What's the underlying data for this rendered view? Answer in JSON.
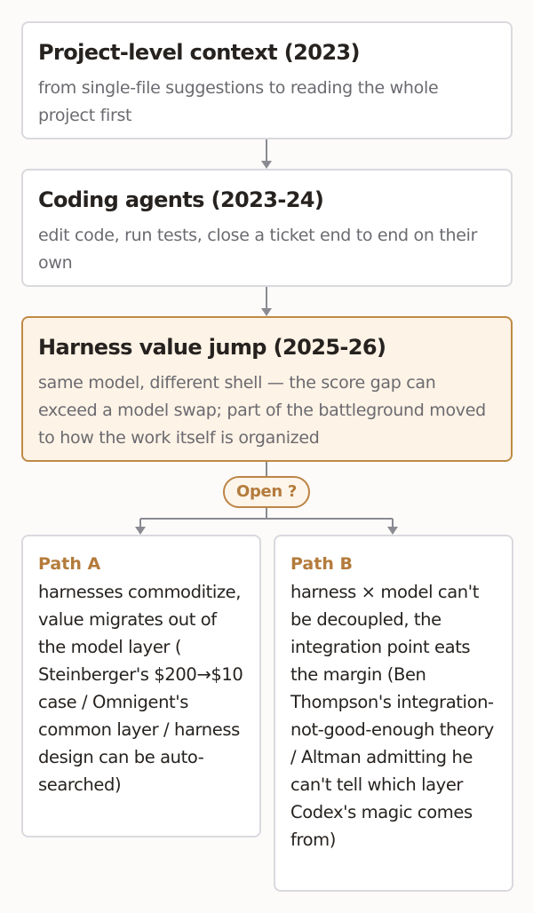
{
  "stages": [
    {
      "title": "Project-level context (2023)",
      "description": "from single-file suggestions to reading the whole project first"
    },
    {
      "title": "Coding agents (2023-24)",
      "description": "edit code, run tests, close a ticket end to end on their own"
    },
    {
      "title": "Harness value jump (2025-26)",
      "description": "same model, different shell — the score gap can exceed a model swap; part of the battleground moved to how the work itself is organized"
    }
  ],
  "decision": {
    "label": "Open ?"
  },
  "paths": [
    {
      "label": "Path A",
      "text": "harnesses commoditize, value migrates out of the model layer ( Steinberger's $200→$10 case / Omnigent's common layer / harness design can be auto-searched)"
    },
    {
      "label": "Path B",
      "text": "harness × model can't be decoupled, the integration point eats the margin (Ben Thompson's integration-not-good-enough theory / Altman admitting he can't tell which layer Codex's magic comes from)"
    }
  ],
  "colors": {
    "accent": "#bd8445",
    "highlight_fill": "#fdf3e6",
    "border": "#d9d9de",
    "connector": "#8a8a92"
  }
}
